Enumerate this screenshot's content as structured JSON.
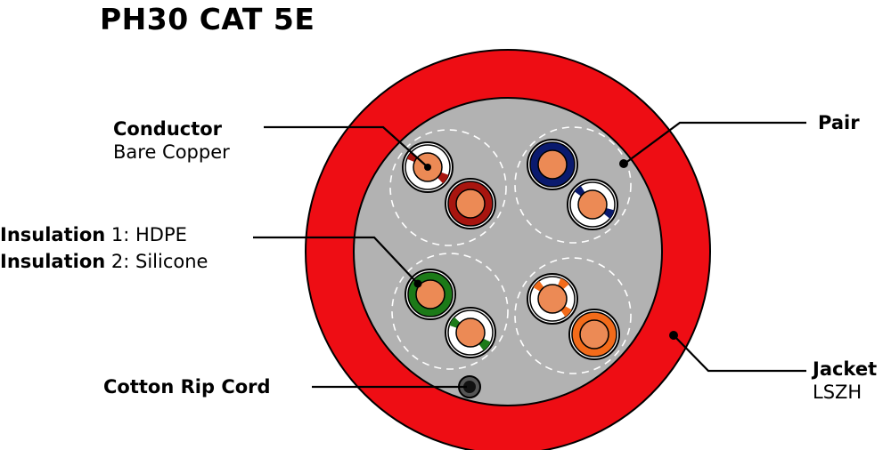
{
  "title": "PH30 CAT 5E",
  "labels": {
    "conductor": {
      "name": "Conductor",
      "value": "Bare Copper"
    },
    "insulation1": {
      "name": "Insulation",
      "value": "1: HDPE"
    },
    "insulation2": {
      "name": "Insulation",
      "value": "2: Silicone"
    },
    "rip_cord": {
      "name": "Cotton Rip Cord"
    },
    "pair": {
      "name": "Pair"
    },
    "jacket": {
      "name": "Jacket",
      "value": "LSZH"
    }
  },
  "colors": {
    "jacket": "#ee0d14",
    "core": "#b2b2b2",
    "copper": "#ec8a55",
    "brown": "#a8150f",
    "blue": "#0a1a6e",
    "green": "#1c7a18",
    "orange": "#f36b1a",
    "rip_cord": "#111111"
  },
  "pairs": [
    {
      "solid": "brown",
      "striped": "white-brown"
    },
    {
      "solid": "blue",
      "striped": "white-blue"
    },
    {
      "solid": "green",
      "striped": "white-green"
    },
    {
      "solid": "orange",
      "striped": "white-orange"
    }
  ]
}
